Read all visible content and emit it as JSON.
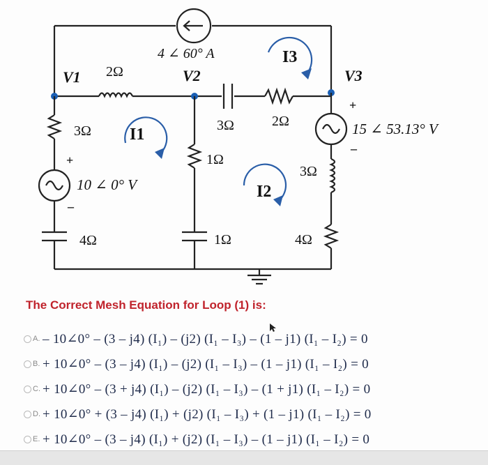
{
  "circuit": {
    "node_labels": {
      "v1": "V1",
      "v2": "V2",
      "v3": "V3"
    },
    "current_source": "4 ∠ 60° A",
    "loop_labels": {
      "i1": "I1",
      "i2": "I2",
      "i3": "I3"
    },
    "resistors": {
      "r_top_left": "2Ω",
      "r_left": "3Ω",
      "r_cap_top": "3Ω",
      "r_top_right": "2Ω",
      "r_middle": "1Ω",
      "r_right_inductor": "3Ω",
      "r_left_cap": "4Ω",
      "r_middle_cap": "1Ω",
      "r_right_bottom": "4Ω"
    },
    "sources": {
      "left": "10 ∠ 0° V",
      "right": "15 ∠ 53.13° V"
    },
    "polarity": {
      "plus": "+",
      "minus": "–"
    }
  },
  "question": "The Correct Mesh Equation for Loop (1) is:",
  "options": [
    {
      "letter": "A.",
      "text": "– 10∠0° – (3 – j4) (I₁) – (j2) (I₁ – I₃) – (1 – j1) (I₁ – I₂) = 0"
    },
    {
      "letter": "B.",
      "text": "+ 10∠0° – (3 – j4) (I₁) – (j2) (I₁ – I₃) – (1 – j1) (I₁ – I₂) = 0"
    },
    {
      "letter": "C.",
      "text": "+ 10∠0° – (3 + j4) (I₁) – (j2) (I₁ – I₃) – (1 + j1) (I₁ – I₂) = 0"
    },
    {
      "letter": "D.",
      "text": "+ 10∠0° + (3 – j4) (I₁) + (j2) (I₁ – I₃) + (1 – j1) (I₁ – I₂) = 0"
    },
    {
      "letter": "E.",
      "text": "+ 10∠0° – (3 – j4) (I₁) + (j2) (I₁ – I₃) – (1 – j1) (I₁ – I₂) = 0"
    }
  ],
  "colors": {
    "question": "#c0232c",
    "node": "#1a5fb4",
    "arrow": "#2a5ea8",
    "option_text": "#1e2a4a"
  }
}
